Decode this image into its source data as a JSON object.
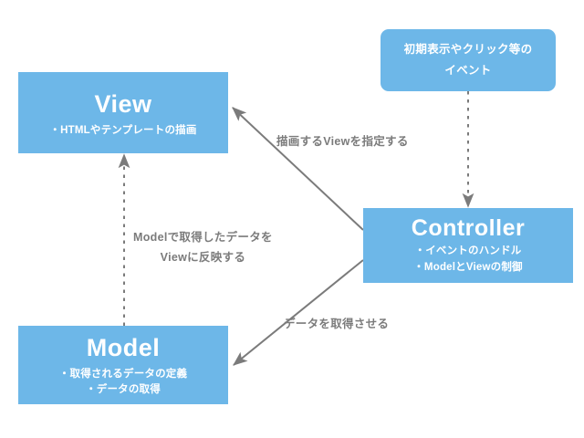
{
  "diagram": {
    "title": "MVC structure diagram",
    "background_color": "#ffffff",
    "node_color": "#6db7e8",
    "node_text_color": "#ffffff",
    "arrow_color": "#7b7b7b",
    "label_color": "#7b7b7b",
    "nodes": {
      "view": {
        "title": "View",
        "bullets": [
          "・HTMLやテンプレートの描画"
        ]
      },
      "model": {
        "title": "Model",
        "bullets": [
          "・取得されるデータの定義",
          "・データの取得"
        ]
      },
      "controller": {
        "title": "Controller",
        "bullets": [
          "・イベントのハンドル",
          "・ModelとViewの制御"
        ]
      },
      "event": {
        "lines": [
          "初期表示やクリック等の",
          "イベント"
        ]
      }
    },
    "edges": {
      "controller_to_view": {
        "label": "描画するViewを指定する",
        "style": "solid",
        "from": "controller",
        "to": "view"
      },
      "model_to_view": {
        "label_line1": "Modelで取得したデータを",
        "label_line2": "Viewに反映する",
        "style": "dashed",
        "from": "model",
        "to": "view"
      },
      "controller_to_model": {
        "label": "データを取得させる",
        "style": "solid",
        "from": "controller",
        "to": "model"
      },
      "event_to_controller": {
        "label": "",
        "style": "dashed",
        "from": "event",
        "to": "controller"
      }
    }
  }
}
